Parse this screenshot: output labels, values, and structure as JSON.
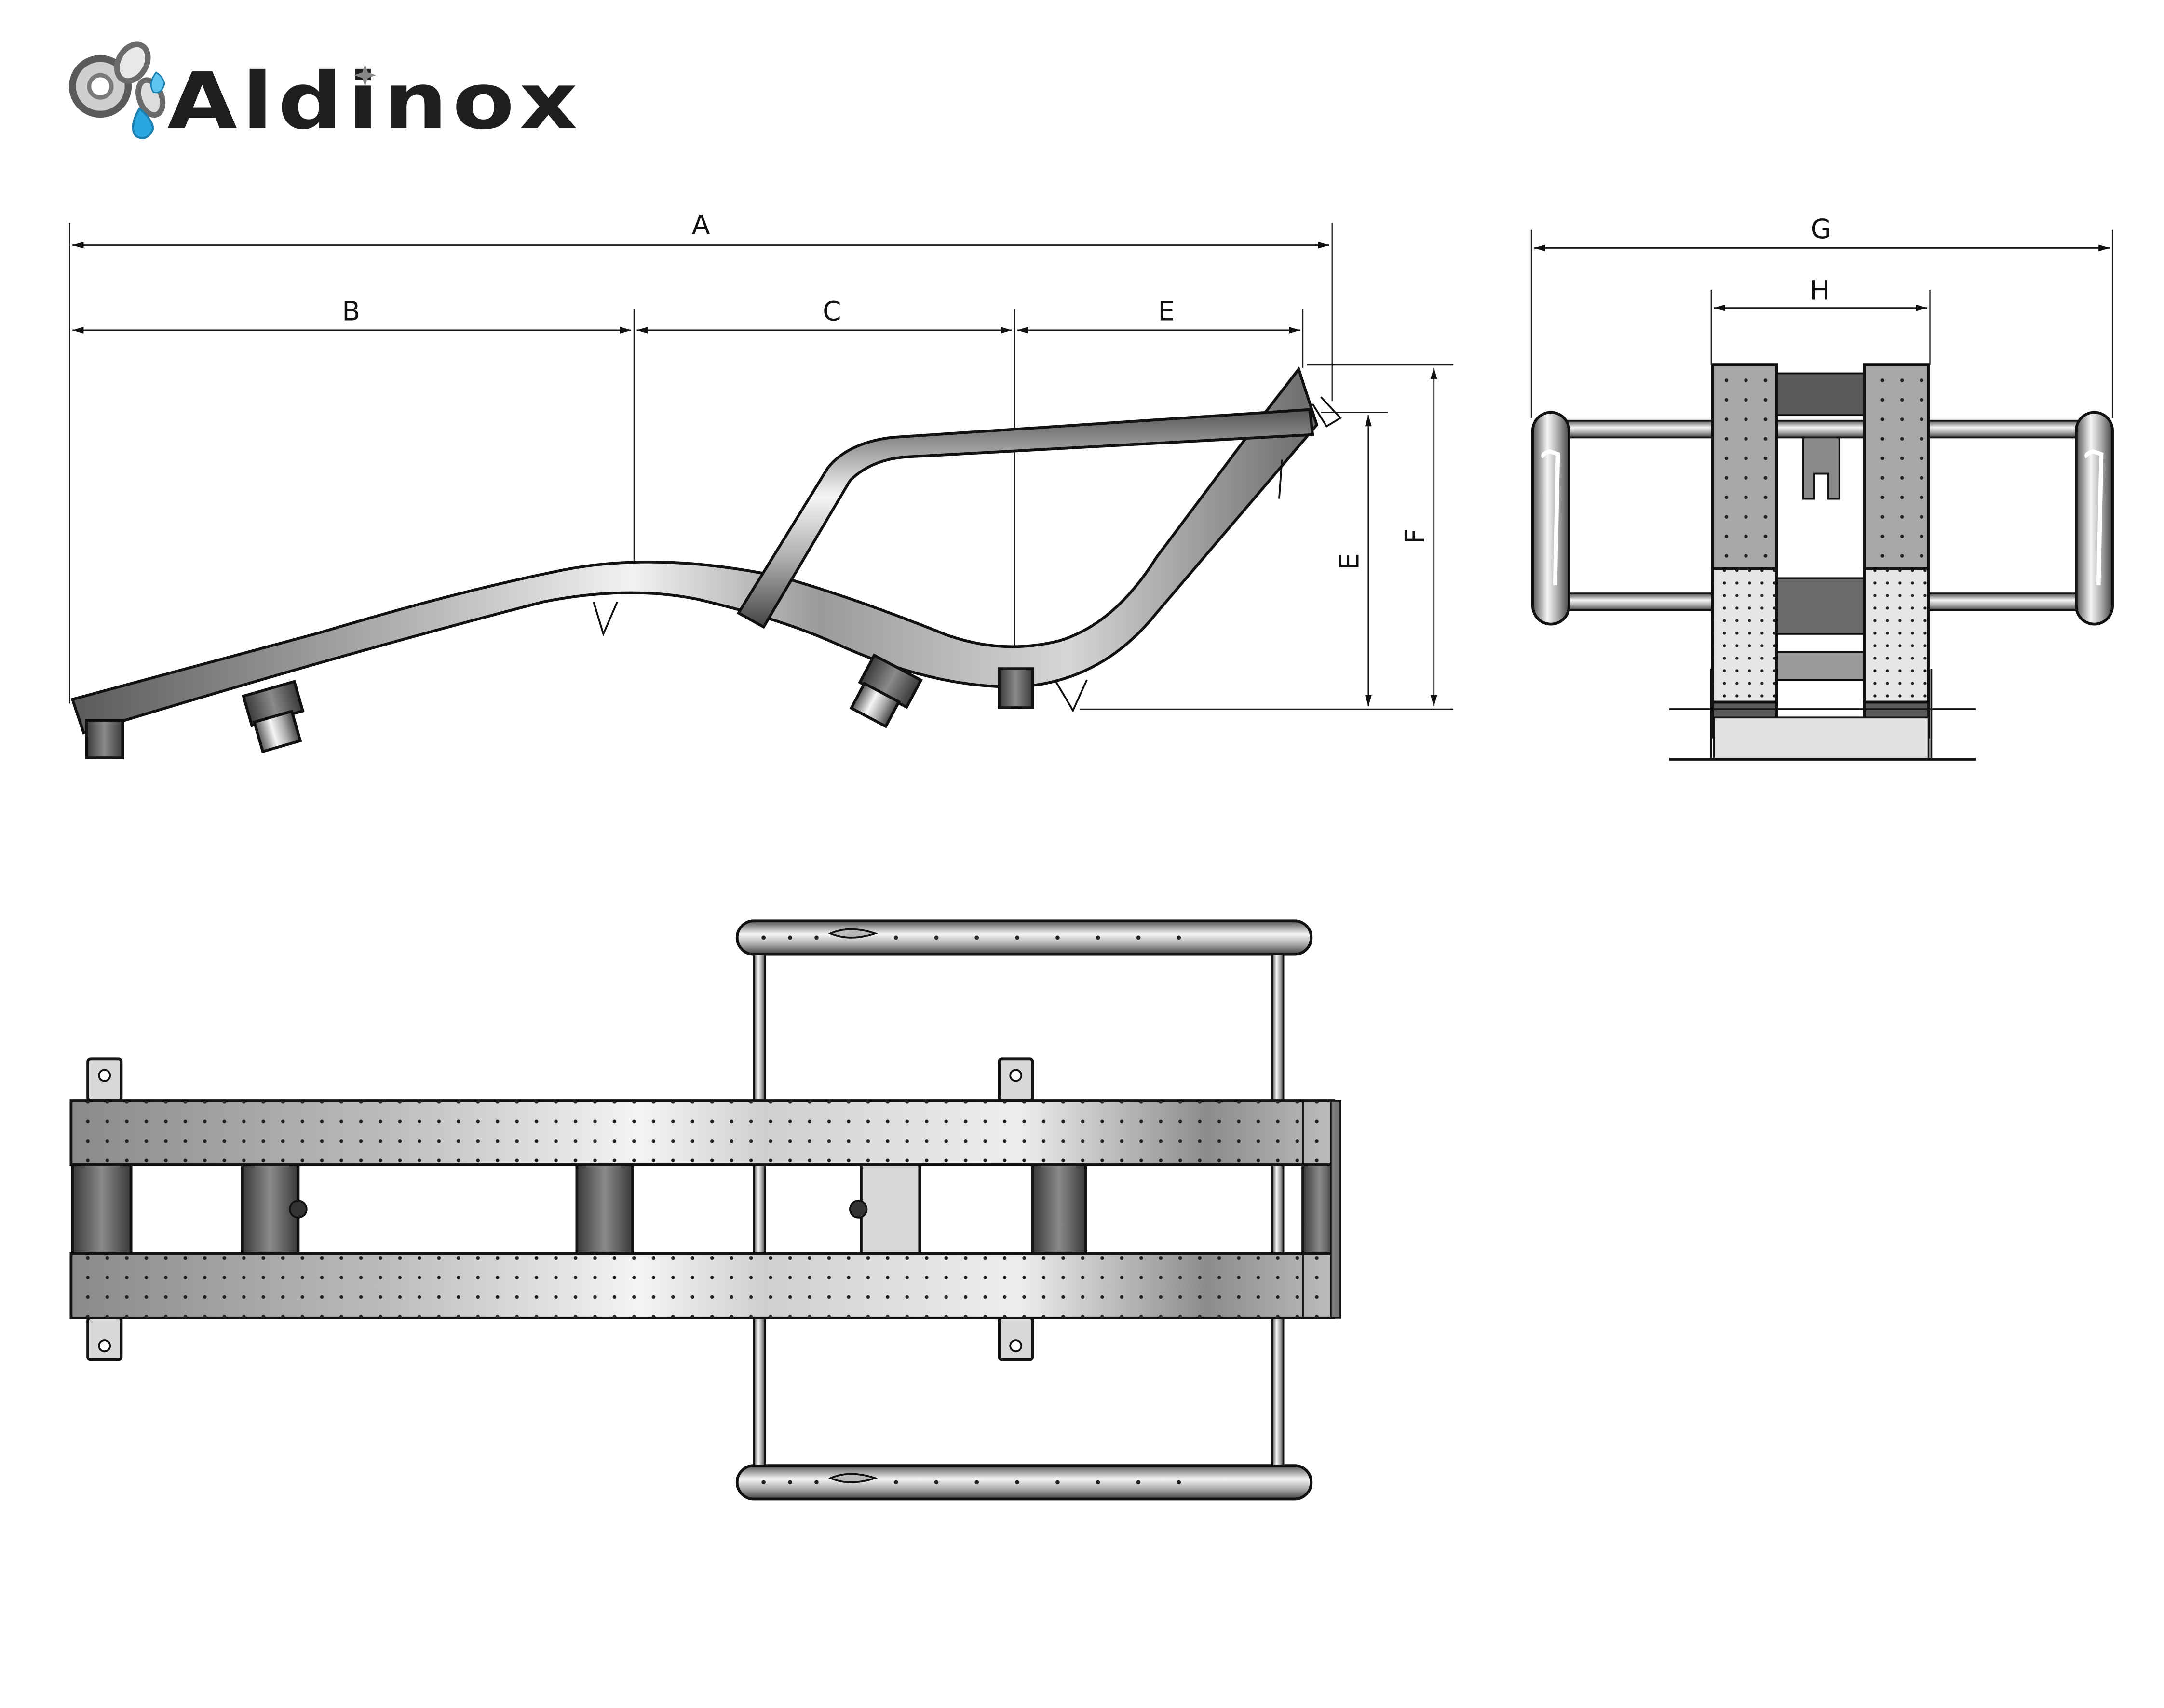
{
  "brand": {
    "name": "Aldinox"
  },
  "side_view": {
    "dimensions": {
      "overall_length": "A",
      "back_section": "B",
      "seat_section": "C",
      "leg_section": "E",
      "frame_height": "E",
      "overall_height": "F"
    }
  },
  "end_view": {
    "dimensions": {
      "overall_width": "G",
      "frame_width": "H"
    }
  },
  "plan_view": {},
  "colors": {
    "steel_dark": "#5a5a5a",
    "steel_mid": "#9a9a9a",
    "steel_light": "#e6e6e6",
    "line": "#111111",
    "water_drop": "#2aa7e0"
  }
}
